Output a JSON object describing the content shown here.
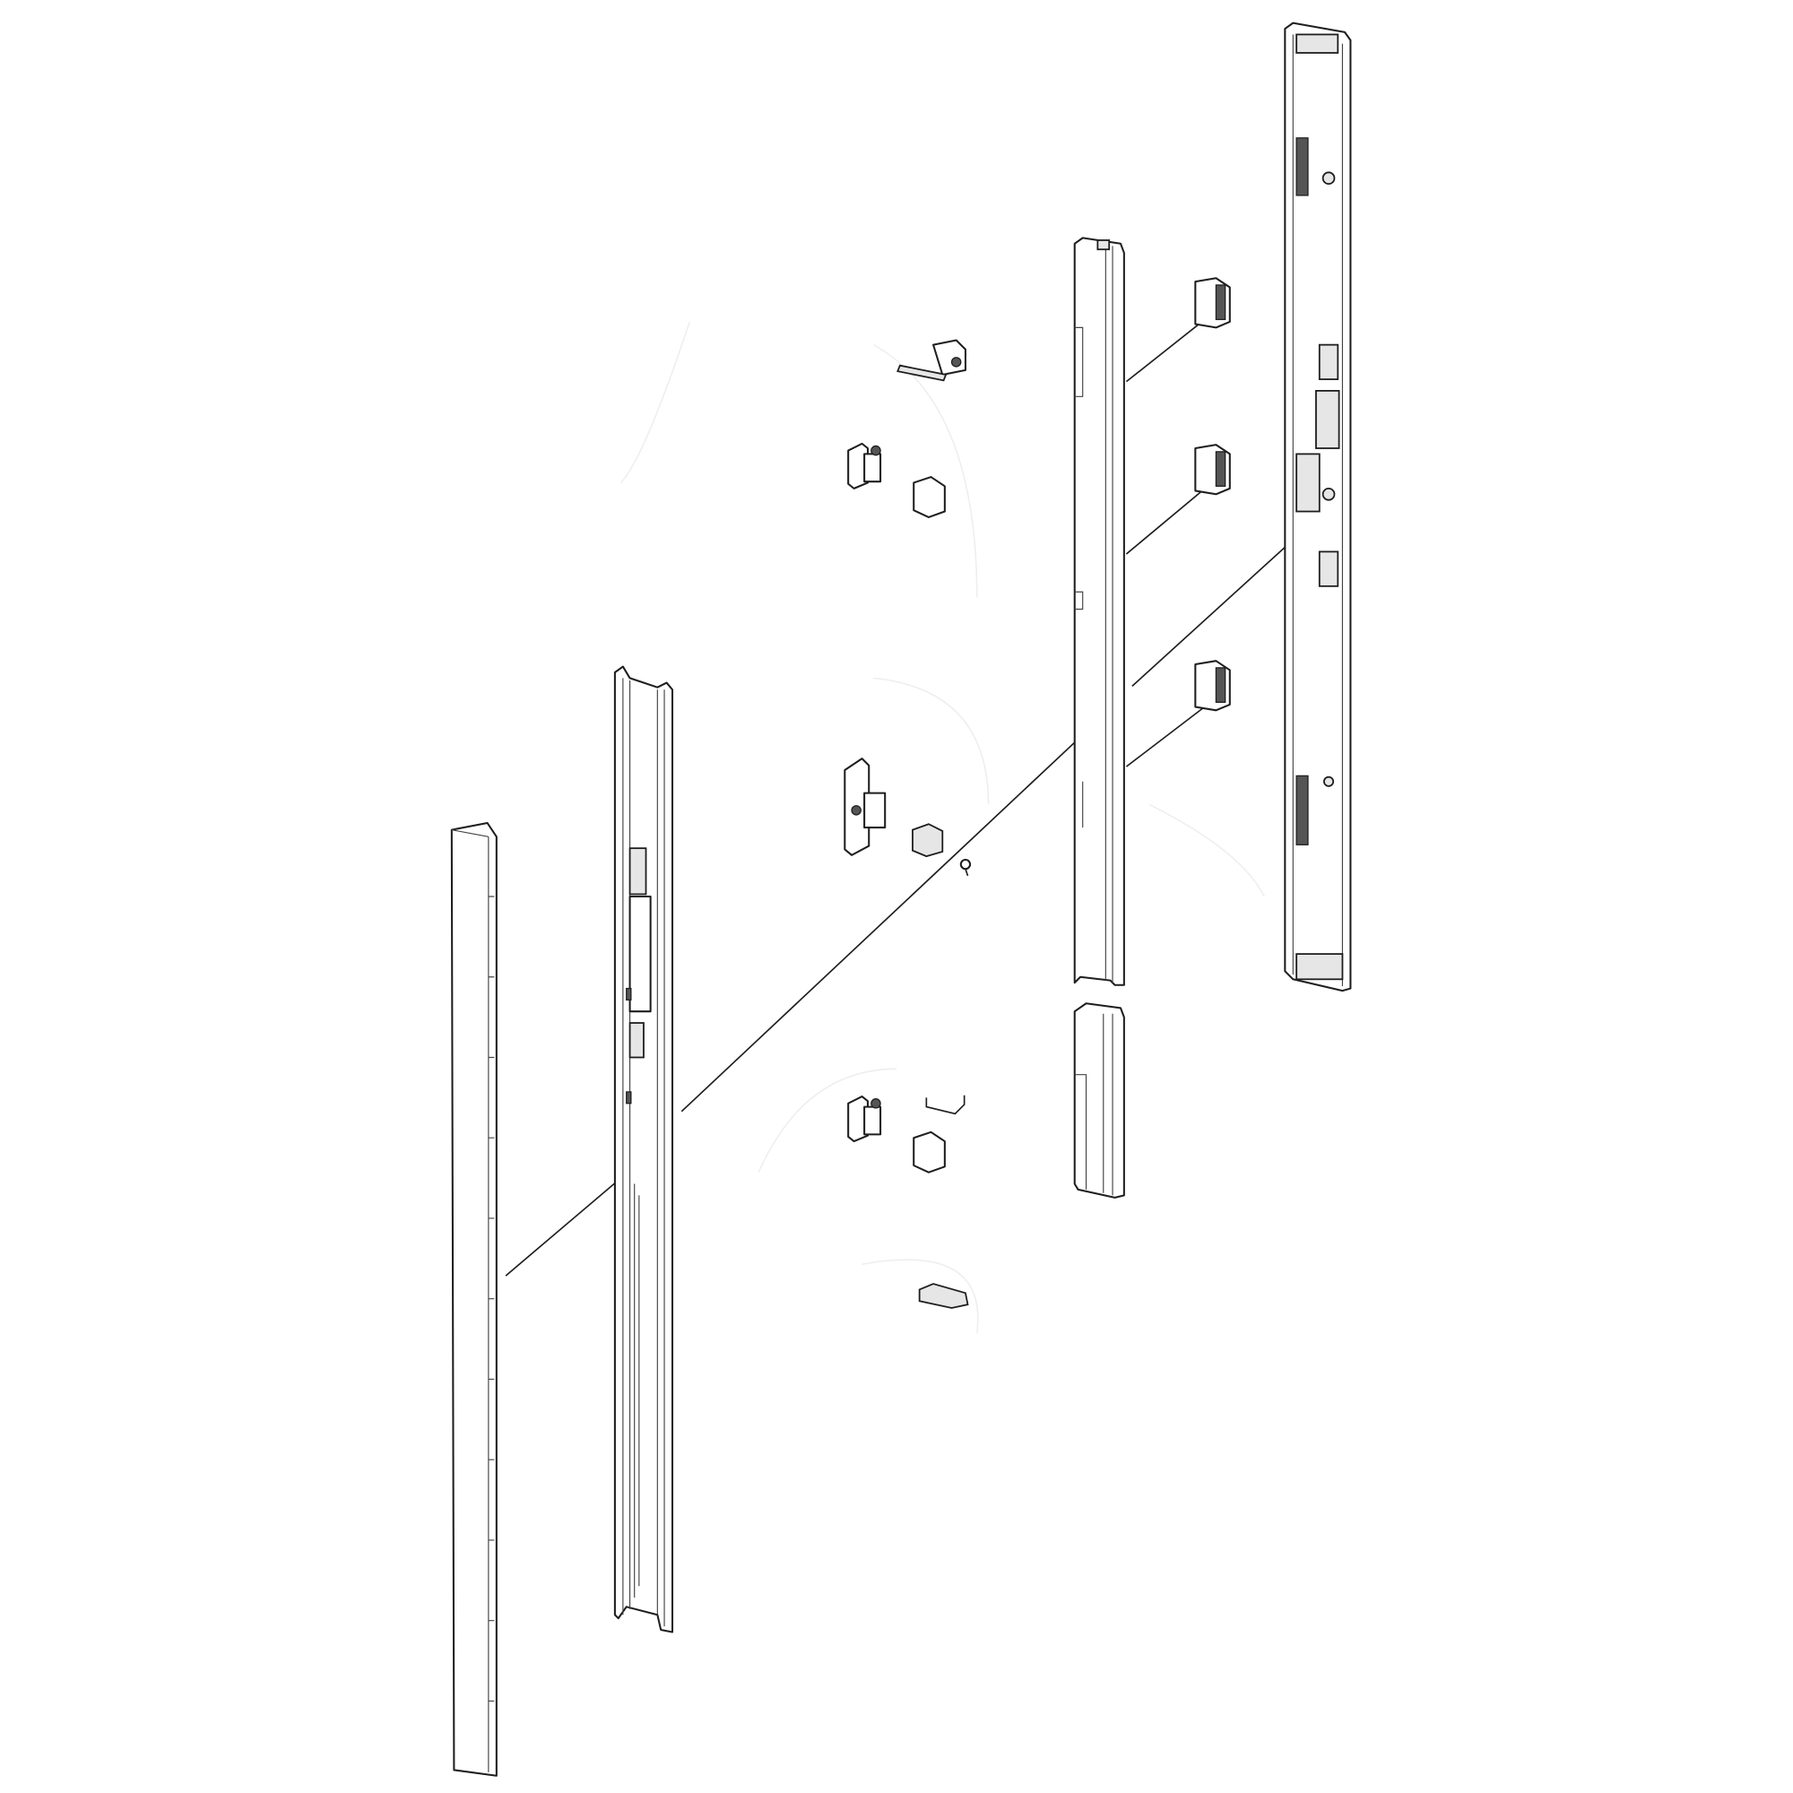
{
  "diagram": {
    "colors": {
      "line": "#1e1e1e",
      "fill": "#ffffff",
      "shade": "#e6e6e6"
    },
    "parts": [
      "front-trim-strip",
      "door-channel",
      "middle-bar",
      "lower-bar-piece",
      "rear-rail",
      "clip",
      "hinge-bracket",
      "cap",
      "screw",
      "spring",
      "end-cap"
    ]
  }
}
